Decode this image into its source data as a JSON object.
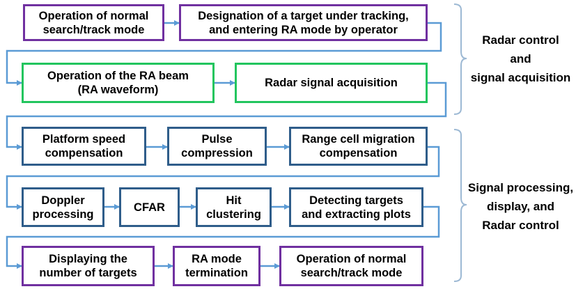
{
  "colors": {
    "row_purple": "#7030a0",
    "row_green": "#22c55e",
    "row_blue": "#2f5d8a",
    "connector": "#5b9bd5",
    "brace": "#9db9d4"
  },
  "rows": [
    {
      "boxes": [
        {
          "text": "Operation of normal\nsearch/track mode"
        },
        {
          "text": "Designation of a target under tracking,\nand entering RA mode by operator"
        }
      ]
    },
    {
      "boxes": [
        {
          "text": "Operation of the RA beam\n(RA waveform)"
        },
        {
          "text": "Radar signal acquisition"
        }
      ]
    },
    {
      "boxes": [
        {
          "text": "Platform speed\ncompensation"
        },
        {
          "text": "Pulse\ncompression"
        },
        {
          "text": "Range cell migration\ncompensation"
        }
      ]
    },
    {
      "boxes": [
        {
          "text": "Doppler\nprocessing"
        },
        {
          "text": "CFAR"
        },
        {
          "text": "Hit\nclustering"
        },
        {
          "text": "Detecting targets\nand extracting plots"
        }
      ]
    },
    {
      "boxes": [
        {
          "text": "Displaying the\nnumber of targets"
        },
        {
          "text": "RA mode\ntermination"
        },
        {
          "text": "Operation of normal\nsearch/track mode"
        }
      ]
    }
  ],
  "groups": [
    {
      "label": "Radar control\nand\nsignal acquisition"
    },
    {
      "label": "Signal processing,\ndisplay, and\nRadar control"
    }
  ]
}
